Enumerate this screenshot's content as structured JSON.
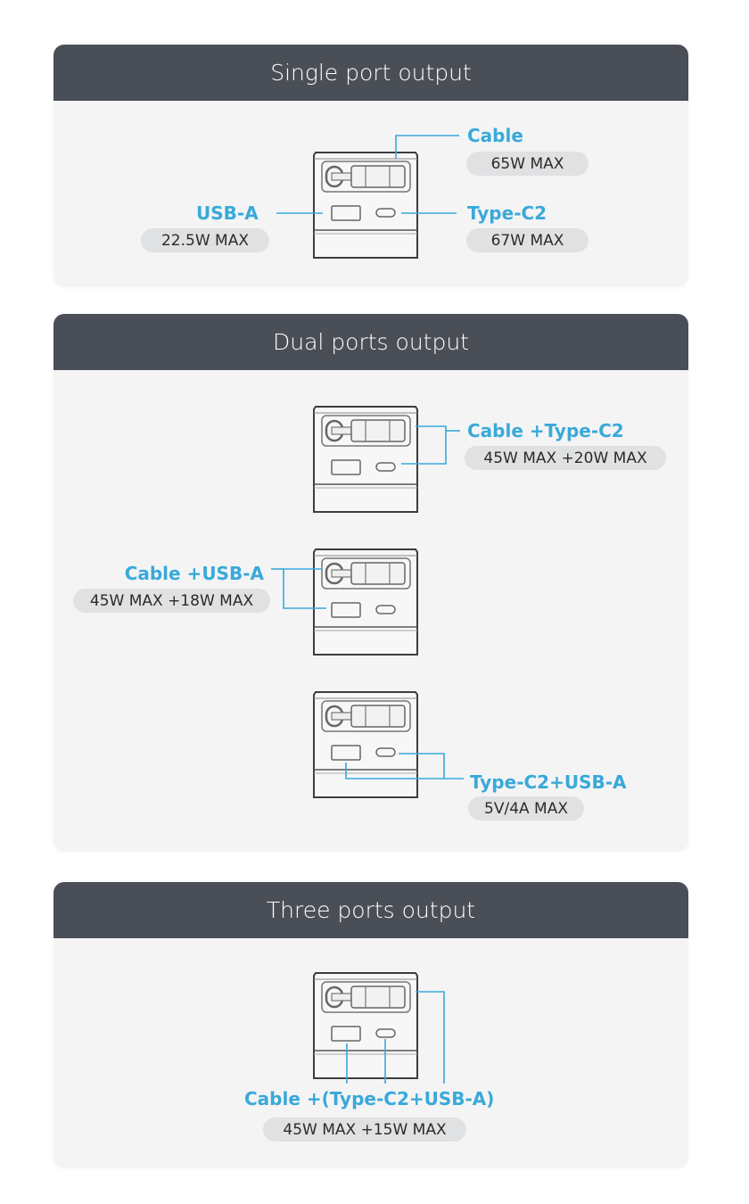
{
  "colors": {
    "header_bg": "#4a4f57",
    "accent": "#39a9d9",
    "card_bg": "#f4f4f5",
    "pill_bg": "#e0e1e3",
    "device_stroke": "#3a3d42"
  },
  "sections": [
    {
      "title": "Single port output",
      "callouts": [
        {
          "port": "Cable",
          "spec": "65W MAX"
        },
        {
          "port": "USB-A",
          "spec": "22.5W MAX"
        },
        {
          "port": "Type-C2",
          "spec": "67W MAX"
        }
      ]
    },
    {
      "title": "Dual ports output",
      "callouts": [
        {
          "port": "Cable +Type-C2",
          "spec": "45W MAX +20W MAX"
        },
        {
          "port": "Cable +USB-A",
          "spec": "45W MAX +18W MAX"
        },
        {
          "port": "Type-C2+USB-A",
          "spec": "5V/4A MAX"
        }
      ]
    },
    {
      "title": "Three ports output",
      "callouts": [
        {
          "port": "Cable +(Type-C2+USB-A)",
          "spec": "45W MAX +15W MAX"
        }
      ]
    }
  ]
}
